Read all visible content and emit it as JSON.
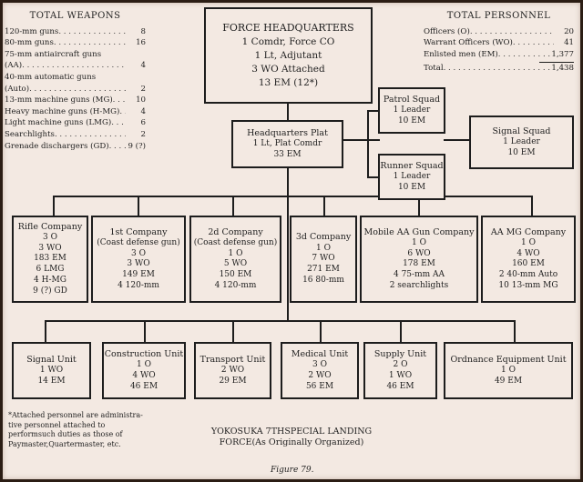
{
  "weapons": {
    "title": "TOTAL WEAPONS",
    "items": [
      {
        "label": "120-mm guns",
        "value": "8"
      },
      {
        "label": "80-mm guns",
        "value": "16"
      },
      {
        "label": "75-mm antiaircraft guns",
        "label2": "(AA)",
        "value": "4"
      },
      {
        "label": "40-mm automatic guns",
        "label2": "(Auto)",
        "value": "2"
      },
      {
        "label": "13-mm machine guns (MG)",
        "value": "10"
      },
      {
        "label": "Heavy machine guns (H-MG)",
        "value": "4"
      },
      {
        "label": "Light machine guns (LMG)",
        "value": "6"
      },
      {
        "label": "Searchlights",
        "value": "2"
      },
      {
        "label": "Grenade dischargers (GD)",
        "value": "9 (?)"
      }
    ]
  },
  "personnel": {
    "title": "TOTAL PERSONNEL",
    "items": [
      {
        "label": "Officers (O)",
        "value": "20"
      },
      {
        "label": "Warrant Officers (WO)",
        "value": "41"
      },
      {
        "label": "Enlisted men (EM)",
        "value": "1,377"
      }
    ],
    "total_label": "Total",
    "total_value": "1,438"
  },
  "hq": {
    "lines": [
      "FORCE HEADQUARTERS",
      "1 Comdr, Force CO",
      "1 Lt, Adjutant",
      "3 WO Attached",
      "13 EM (12*)"
    ]
  },
  "plat": {
    "lines": [
      "Headquarters Plat",
      "1 Lt, Plat Comdr",
      "33 EM"
    ]
  },
  "patrol": {
    "lines": [
      "Patrol Squad",
      "1 Leader",
      "10 EM"
    ]
  },
  "runner": {
    "lines": [
      "Runner Squad",
      "1 Leader",
      "10 EM"
    ]
  },
  "signal_squad": {
    "lines": [
      "Signal Squad",
      "1 Leader",
      "10 EM"
    ]
  },
  "companies": [
    {
      "lines": [
        "Rifle Company",
        "3 O",
        "3 WO",
        "183 EM",
        "6 LMG",
        "4 H-MG",
        "9 (?) GD"
      ]
    },
    {
      "lines": [
        "1st Company",
        "(Coast defense gun)",
        "3 O",
        "3 WO",
        "149 EM",
        "4 120-mm"
      ]
    },
    {
      "lines": [
        "2d Company",
        "(Coast defense gun)",
        "1 O",
        "5 WO",
        "150 EM",
        "4 120-mm"
      ]
    },
    {
      "lines": [
        "3d Company",
        "1 O",
        "7 WO",
        "271 EM",
        "16 80-mm"
      ]
    },
    {
      "lines": [
        "Mobile AA Gun Company",
        "1 O",
        "6 WO",
        "178 EM",
        "4 75-mm AA",
        "2 searchlights"
      ]
    },
    {
      "lines": [
        "AA MG Company",
        "1 O",
        "4 WO",
        "160 EM",
        "2 40-mm Auto",
        "10 13-mm MG"
      ]
    }
  ],
  "units": [
    {
      "lines": [
        "Signal Unit",
        "1 WO",
        "14 EM"
      ]
    },
    {
      "lines": [
        "Construction Unit",
        "1 O",
        "4 WO",
        "46 EM"
      ]
    },
    {
      "lines": [
        "Transport Unit",
        "2 WO",
        "29 EM"
      ]
    },
    {
      "lines": [
        "Medical Unit",
        "3 O",
        "2 WO",
        "56 EM"
      ]
    },
    {
      "lines": [
        "Supply Unit",
        "2 O",
        "1 WO",
        "46 EM"
      ]
    },
    {
      "lines": [
        "Ordnance Equipment Unit",
        "1 O",
        "49 EM"
      ]
    }
  ],
  "footnote": [
    "*Attached personnel are administra-",
    "tive personnel attached to perform",
    "such duties as those of Paymaster,",
    "Quartermaster, etc."
  ],
  "caption": [
    "YOKOSUKA 7TH",
    "SPECIAL LANDING FORCE",
    "(As Originally Organized)"
  ],
  "figure_label": "Figure 79."
}
